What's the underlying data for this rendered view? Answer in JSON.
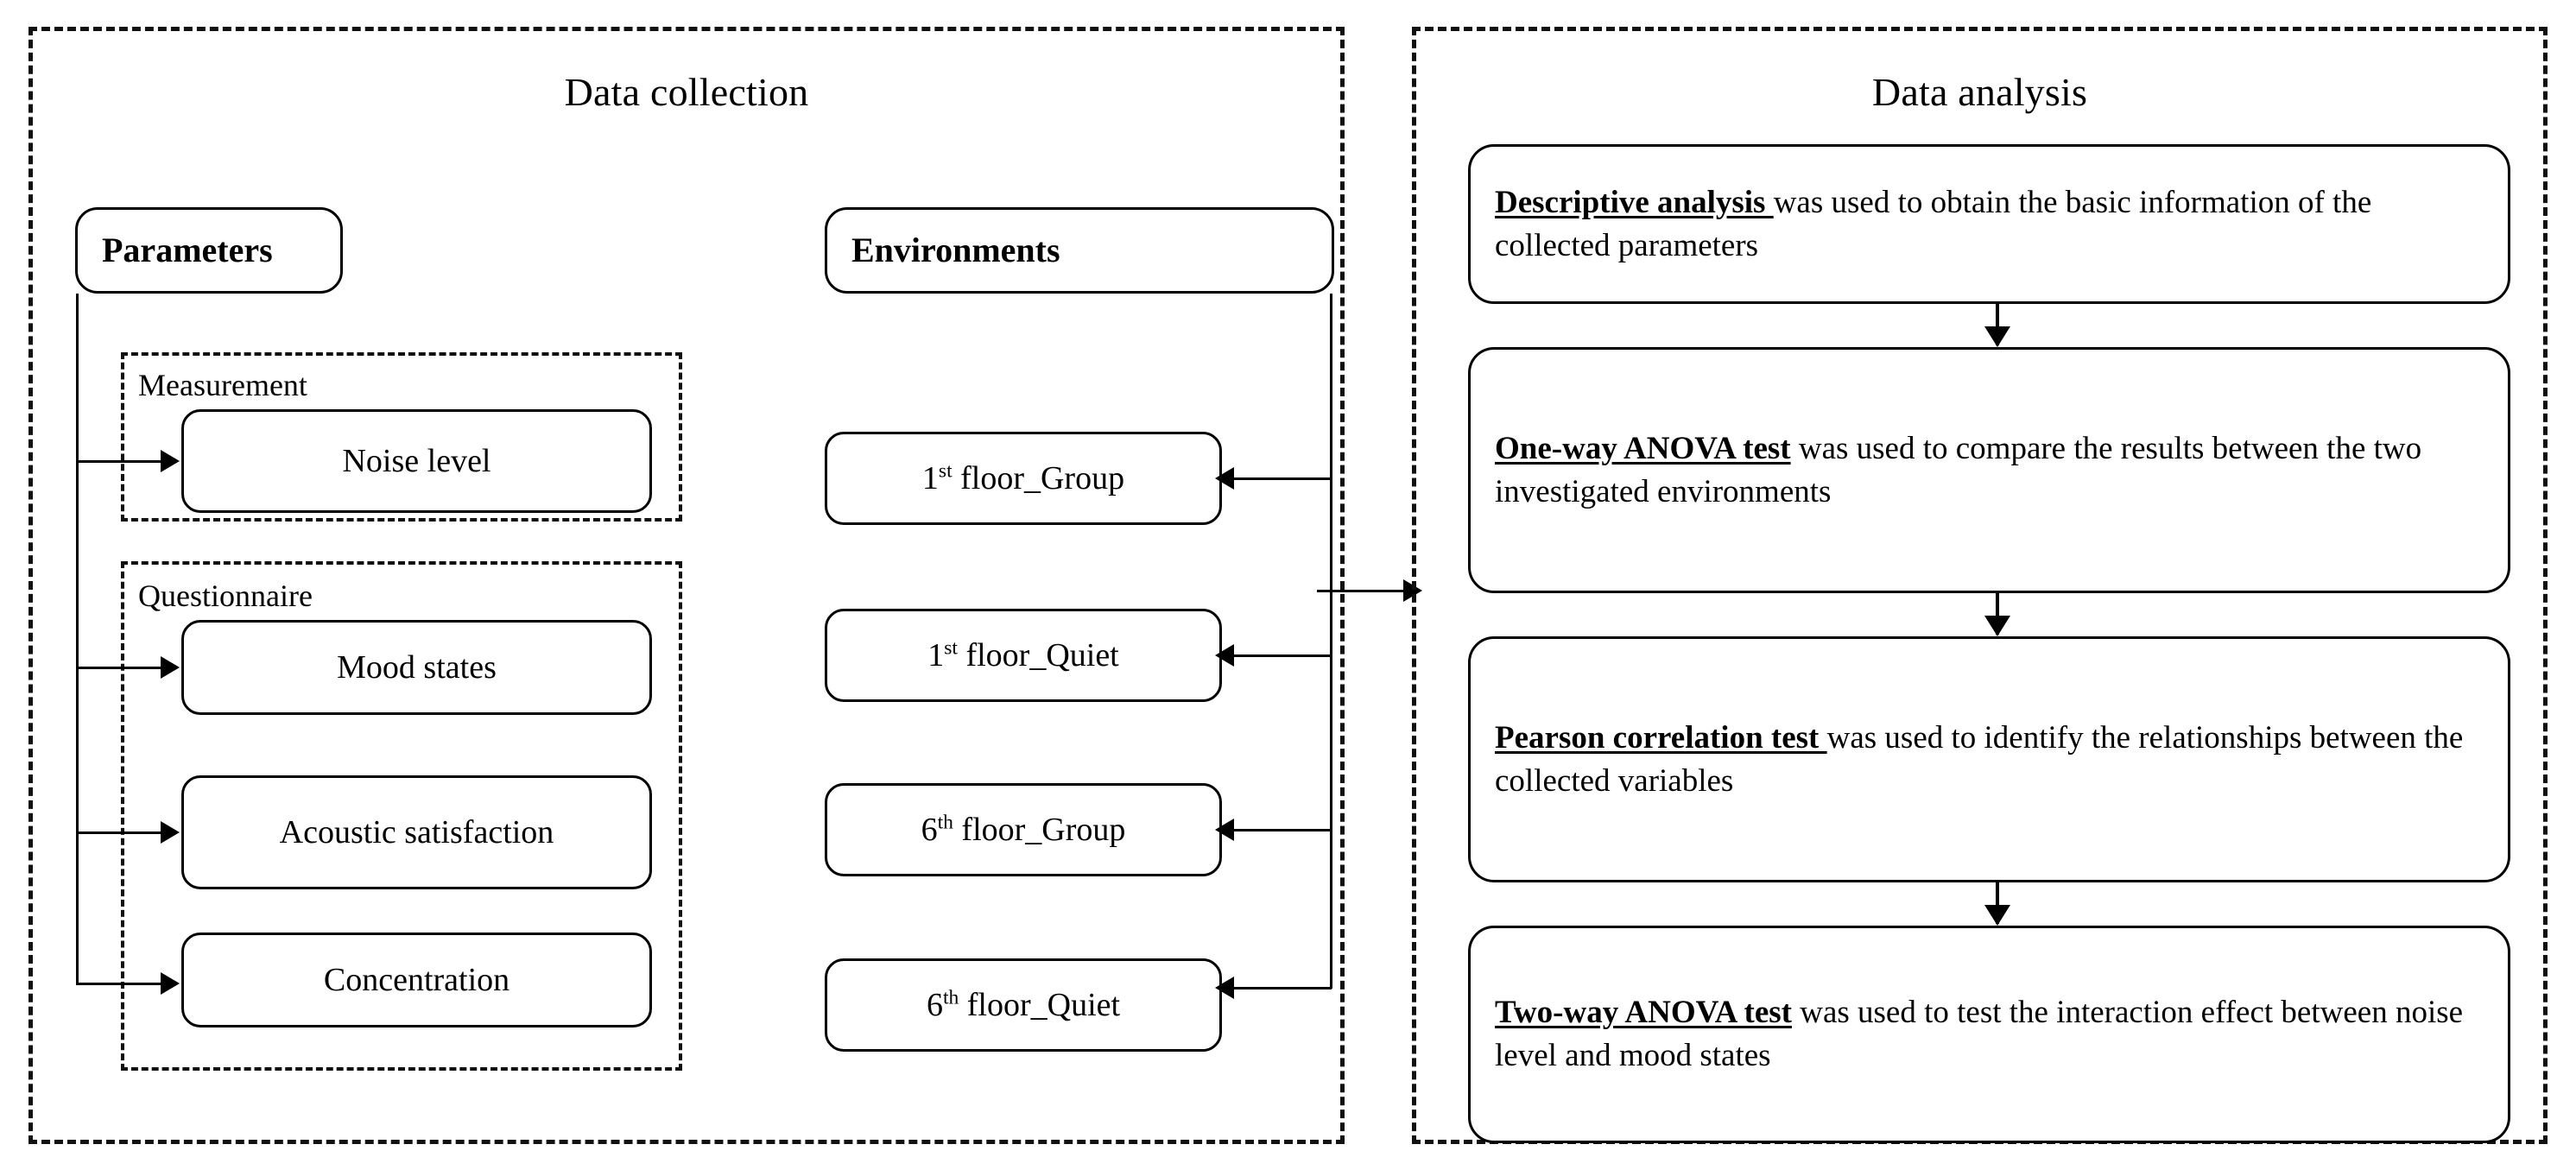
{
  "diagram": {
    "panels": [
      {
        "id": "data-collection",
        "title": "Data collection",
        "columns": [
          {
            "id": "parameters",
            "header": "Parameters",
            "groups": [
              {
                "id": "measurement",
                "label": "Measurement",
                "items": [
                  "Noise level"
                ]
              },
              {
                "id": "questionnaire",
                "label": "Questionnaire",
                "items": [
                  "Mood states",
                  "Acoustic satisfaction",
                  "Concentration"
                ]
              }
            ]
          },
          {
            "id": "environments",
            "header": "Environments",
            "items": [
              {
                "ordinal": "1",
                "suffix": "st",
                "rest": " floor_Group"
              },
              {
                "ordinal": "1",
                "suffix": "st",
                "rest": " floor_Quiet"
              },
              {
                "ordinal": "6",
                "suffix": "th",
                "rest": " floor_Group"
              },
              {
                "ordinal": "6",
                "suffix": "th",
                "rest": " floor_Quiet"
              }
            ]
          }
        ]
      },
      {
        "id": "data-analysis",
        "title": "Data analysis",
        "steps": [
          {
            "id": "descriptive-analysis",
            "lead": "Descriptive analysis ",
            "body": "was used to obtain the basic information of the collected parameters"
          },
          {
            "id": "one-way-anova-test",
            "lead": "One-way ANOVA test",
            "body": " was used to compare the results between the two investigated environments"
          },
          {
            "id": "pearson-correlation-test",
            "lead": "Pearson correlation test ",
            "body": "was used to identify the relationships between the collected variables"
          },
          {
            "id": "two-way-anova-test",
            "lead": "Two-way ANOVA test",
            "body": " was used to test the interaction effect between noise level and mood states"
          }
        ]
      }
    ],
    "colors": {
      "stroke": "#000000",
      "dashed_stroke": "#111111",
      "background": "#ffffff"
    }
  }
}
